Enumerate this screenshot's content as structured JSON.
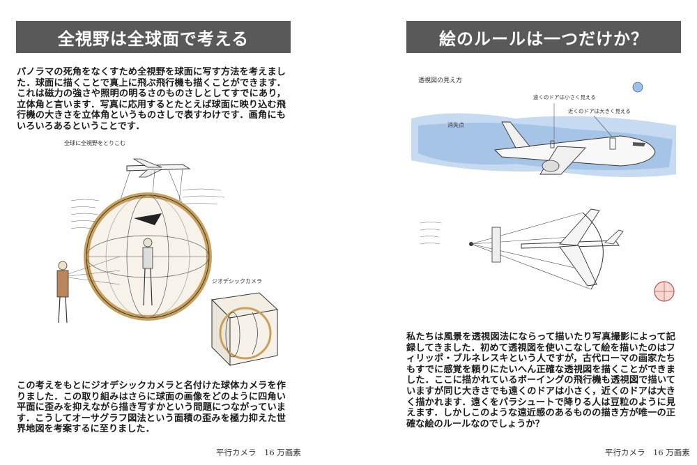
{
  "left": {
    "heading": "全視野は全球面で考える",
    "paragraph1": "パノラマの死角をなくすため全視野を球面に写す方法を考えました．球面に描くことで真上に飛ぶ飛行機も描くことができます．これは磁力の強さや照明の明るさのものさしとしてすでにあり，立体角と言います．写真に応用するとたとえば球面に映り込む飛行機の大きさを立体角というものさしで表すわけです．画角にもいろいろあるということです．",
    "sketch_label_sphere": "全球に全視野をとりこむ",
    "sketch_label_camera": "ジオデシックカメラ",
    "paragraph2": "この考えをもとにジオデシックカメラと名付けた球体カメラを作りました．この取り組みはさらに球面の画像をどのように四角い平面に歪みを抑えながら描き写すかという問題につながっています．こうしてオーサグラフ図法という面積の歪みを極力抑えた世界地図を考案するに至りました．",
    "footer": "平行カメラ　16 万画素"
  },
  "right": {
    "heading": "絵のルールは一つだけか？",
    "sketch_label_perspective": "透視図の見え方",
    "sketch_label_vanishing": "消失点",
    "sketch_label_far": "遠くのドアは小さく見える",
    "sketch_label_near": "近くのドアは大きく見える",
    "paragraph": "私たちは風景を透視図法にならって描いたり写真撮影によって記録してきました．初めて透視図を使いこなして絵を描いたのはフィリッポ・ブルネレスキという人ですが，古代ローマの画家たちもすでに感覚を頼りにたいへん正確な透視図を描くことができました．ここに描かれているボーイングの飛行機も透視図で描いていますが同じ大きさでも遠くのドアは小さく，近くのドアは大きく描かれます．遠くをパラシュートで降りる人は豆粒のように見えます．しかしこのような遠近感のあるものの描き方が唯一の正確な絵のルールなのでしょうか？",
    "footer": "平行カメラ　16 万画素"
  },
  "colors": {
    "heading_bg": "#595959",
    "heading_text": "#ffffff",
    "sky_blue": "#7fa8d6",
    "sphere_ochre": "#c9a05a"
  }
}
